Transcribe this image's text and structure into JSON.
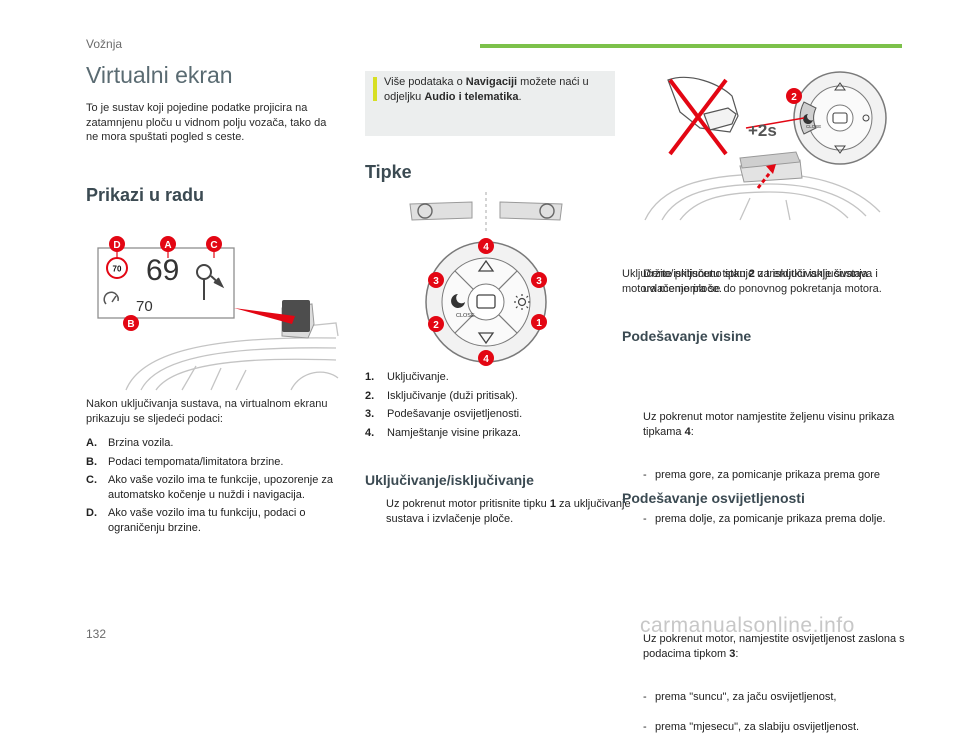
{
  "header": {
    "section": "Vožnja"
  },
  "title": "Virtualni ekran",
  "intro": "To je sustav koji pojedine podatke projicira na zatamnjenu ploču u vidnom polju vozača, tako da ne mora spuštati pogled s ceste.",
  "col1": {
    "heading": "Prikazi u radu",
    "figure": {
      "speed": "69",
      "cruise": "70",
      "sign": "70",
      "callouts": {
        "a": "A",
        "b": "B",
        "c": "C",
        "d": "D"
      }
    },
    "after_text": "Nakon uključivanja sustava, na virtualnom ekranu prikazuju se sljedeći podaci:",
    "items": [
      {
        "key": "A.",
        "text": "Brzina vozila."
      },
      {
        "key": "B.",
        "text": "Podaci tempomata/limitatora brzine."
      },
      {
        "key": "C.",
        "text": "Ako vaše vozilo ima te funkcije, upozorenje za automatsko kočenje u nuždi i navigacija."
      },
      {
        "key": "D.",
        "text": "Ako vaše vozilo ima tu funkciju, podaci o ograničenju brzine."
      }
    ]
  },
  "col2": {
    "info": {
      "pre": "Više podataka o ",
      "b1": "Navigaciji",
      "mid": " možete naći u odjeljku ",
      "b2": "Audio i telematika",
      "post": "."
    },
    "heading": "Tipke",
    "figure": {
      "close": "CLOSE",
      "n1": "1",
      "n2": "2",
      "n3": "3",
      "n4": "4"
    },
    "items": [
      {
        "key": "1.",
        "text": "Uključivanje."
      },
      {
        "key": "2.",
        "text": "Isključivanje (duži pritisak)."
      },
      {
        "key": "3.",
        "text": "Podešavanje osvijetljenosti."
      },
      {
        "key": "4.",
        "text": "Namještanje visine prikaza."
      }
    ],
    "sub_heading": "Uključivanje/isključivanje",
    "bullet": {
      "pre": "Uz pokrenut motor pritisnite tipku ",
      "b": "1",
      "post": " za uključivanje sustava i izvlačenje ploče."
    }
  },
  "col3": {
    "figure": {
      "label": "+2s",
      "close": "CLOSE",
      "n2": "2"
    },
    "bullet1": {
      "pre": "Držite pritisnutu tipku ",
      "b": "2",
      "post": " za isključivanje sustava i uvlačenje ploče."
    },
    "note": "Uključeno/isključeno stanje u trenutku isključivanja motora memorira se do ponovnog pokretanja motora.",
    "height": {
      "heading": "Podešavanje visine",
      "bullet": {
        "pre": "Uz pokrenut motor namjestite željenu visinu prikaza tipkama ",
        "b": "4",
        "post": ":"
      },
      "dashes": [
        "prema gore, za pomicanje prikaza prema gore",
        "prema dolje, za pomicanje prikaza prema dolje."
      ]
    },
    "brightness": {
      "heading": "Podešavanje osvijetljenosti",
      "bullet": {
        "pre": "Uz pokrenut motor, namjestite osvijetljenost zaslona s podacima tipkom ",
        "b": "3",
        "post": ":"
      },
      "dashes": [
        "prema \"suncu\", za jaču osvijetljenost,",
        "prema \"mjesecu\", za slabiju osvijetljenost."
      ]
    }
  },
  "symbols": {
    "bullet": "",
    "dash": "-"
  },
  "footer": {
    "page": "132",
    "watermark": "carmanualsonline.info"
  },
  "colors": {
    "accent_red": "#e30613",
    "accent_green": "#7cc14a",
    "info_yellow": "#d7df23",
    "heading_gray": "#3b4a52"
  }
}
